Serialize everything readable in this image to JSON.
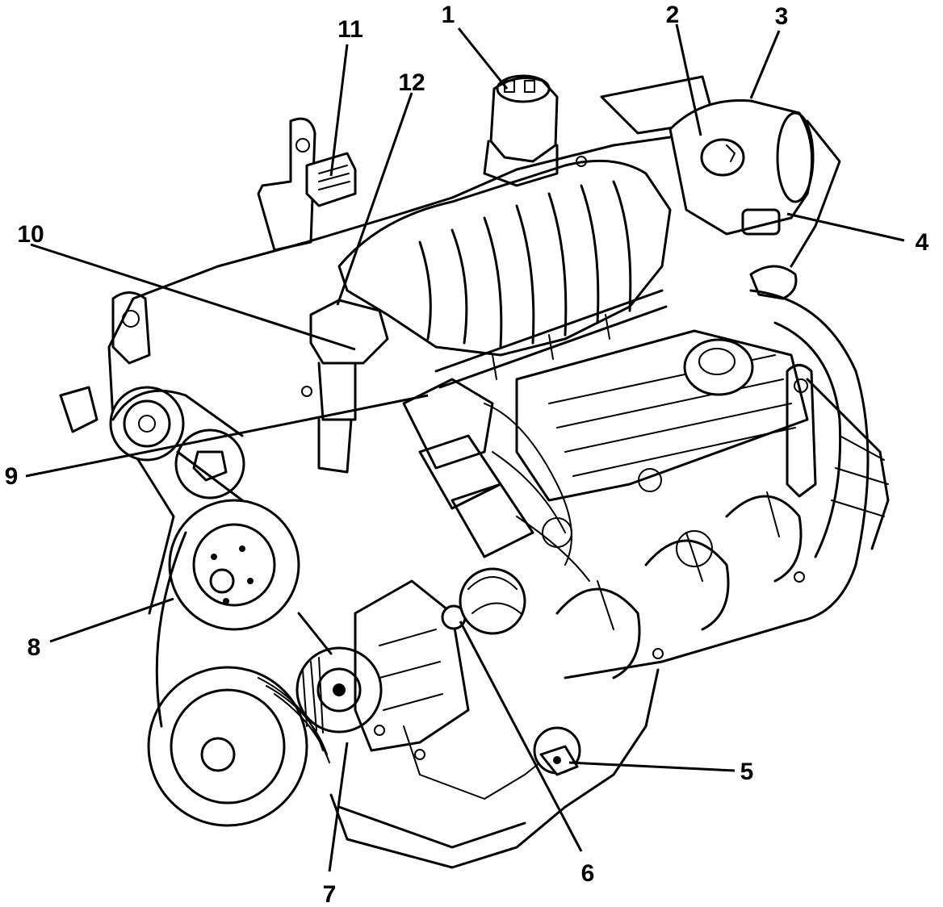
{
  "callouts": [
    {
      "id": "c1",
      "label": "1"
    },
    {
      "id": "c2",
      "label": "2"
    },
    {
      "id": "c3",
      "label": "3"
    },
    {
      "id": "c4",
      "label": "4"
    },
    {
      "id": "c5",
      "label": "5"
    },
    {
      "id": "c6",
      "label": "6"
    },
    {
      "id": "c7",
      "label": "7"
    },
    {
      "id": "c8",
      "label": "8"
    },
    {
      "id": "c9",
      "label": "9"
    },
    {
      "id": "c10",
      "label": "10"
    },
    {
      "id": "c11",
      "label": "11"
    },
    {
      "id": "c12",
      "label": "12"
    }
  ],
  "colors": {
    "ink": "#000000",
    "paper": "#ffffff"
  }
}
